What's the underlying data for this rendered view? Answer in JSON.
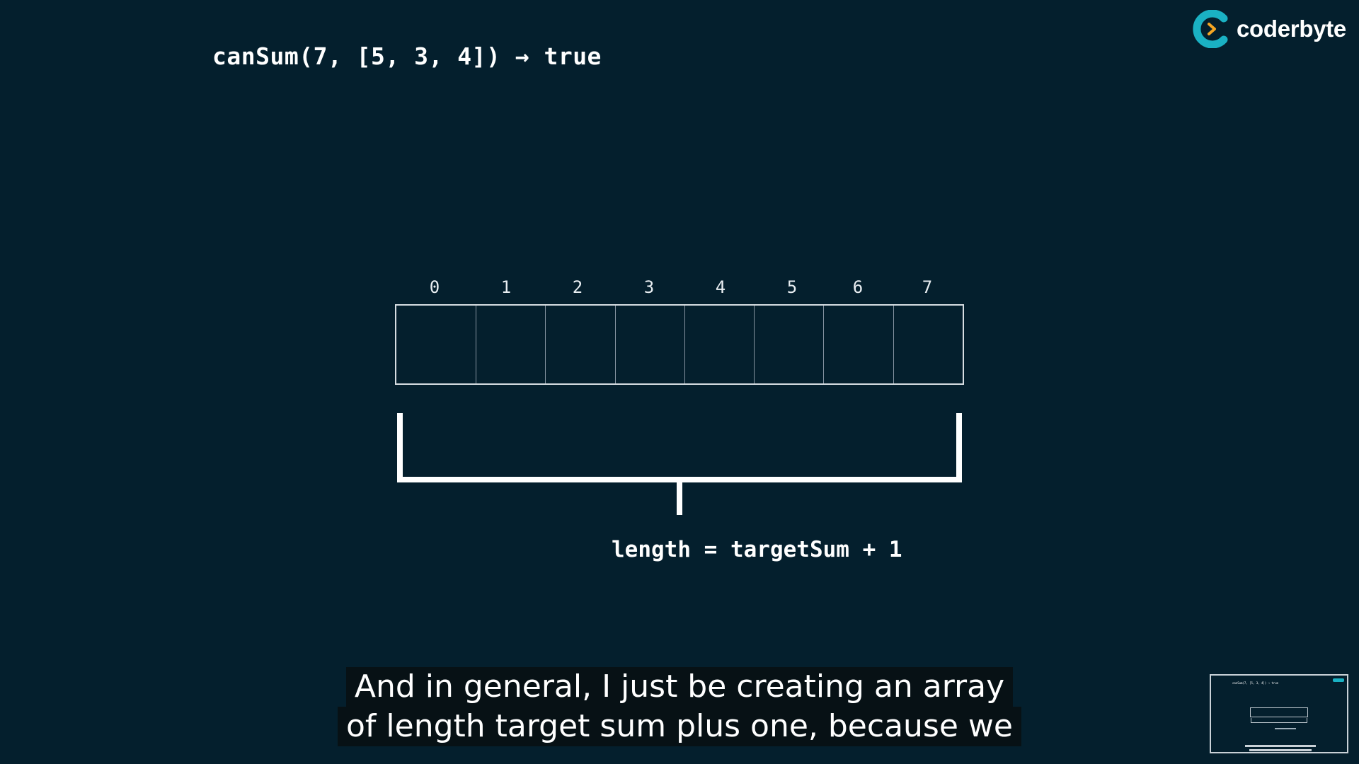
{
  "slide": {
    "title": "canSum(7, [5, 3, 4]) → true",
    "indices": [
      "0",
      "1",
      "2",
      "3",
      "4",
      "5",
      "6",
      "7"
    ],
    "formula": "length = targetSum + 1"
  },
  "brand": {
    "name": "coderbyte",
    "logo_icon": "coderbyte-logo-icon",
    "accent": "#1ab1c3",
    "chevron_color": "#f5a623"
  },
  "captions": {
    "line1": "And in general, I just be creating an array",
    "line2": "of length target sum plus one, because we"
  },
  "colors": {
    "background": "#041f2d",
    "foreground": "#ffffff"
  }
}
